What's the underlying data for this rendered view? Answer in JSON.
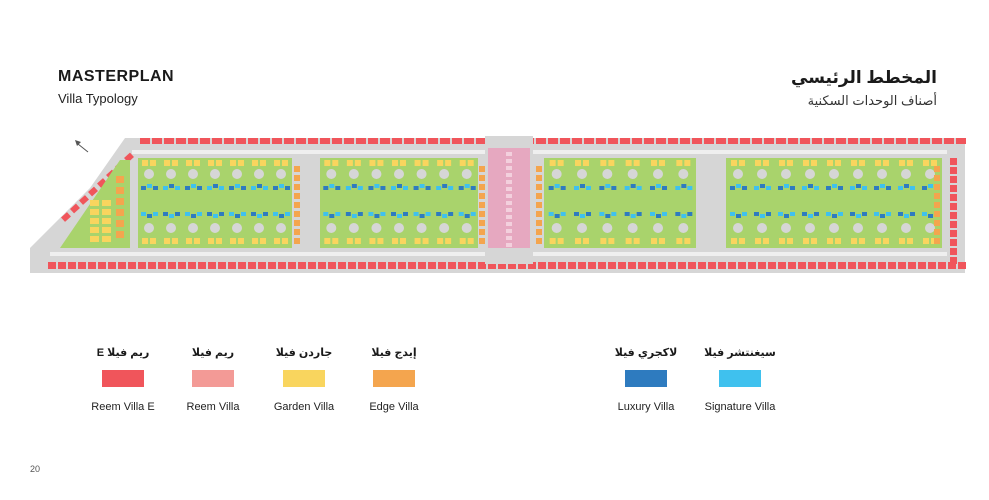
{
  "header": {
    "title_en": "MASTERPLAN",
    "subtitle_en": "Villa Typology",
    "title_ar": "المخطط الرئيسي",
    "subtitle_ar": "أصناف الوحدات السكنية"
  },
  "colors": {
    "reem_villa_e": "#f0555b",
    "reem_villa": "#f39a96",
    "garden_villa": "#f9d55e",
    "edge_villa": "#f4a54e",
    "luxury_villa": "#2e7bbf",
    "signature_villa": "#3fc1ee",
    "landscape": "#a9d36c",
    "road": "#d6d6d6",
    "amenity": "#e6a8c0",
    "sidewalk": "#efefef"
  },
  "legend": [
    {
      "ar": "ريم فيلا E",
      "en": "Reem Villa E",
      "color": "#f0555b"
    },
    {
      "ar": "ريم فيلا",
      "en": "Reem Villa",
      "color": "#f39a96"
    },
    {
      "ar": "جاردن فيلا",
      "en": "Garden Villa",
      "color": "#f9d55e"
    },
    {
      "ar": "إيدج فيلا",
      "en": "Edge Villa",
      "color": "#f4a54e"
    },
    {
      "ar": "لاكجري فيلا",
      "en": "Luxury Villa",
      "color": "#2e7bbf"
    },
    {
      "ar": "سيغنتشر فيلا",
      "en": "Signature Villa",
      "color": "#3fc1ee"
    }
  ],
  "footer": {
    "page_number": "20"
  }
}
